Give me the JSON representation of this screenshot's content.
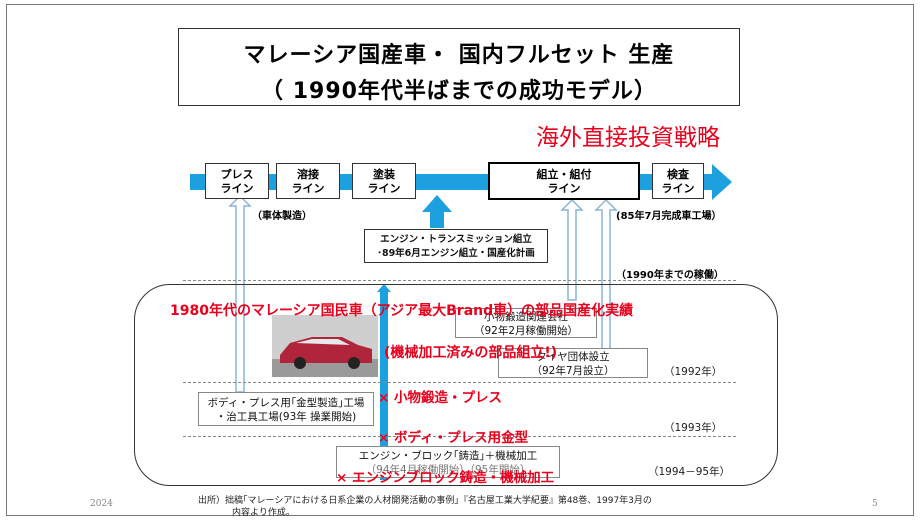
{
  "title": {
    "line1": "マレーシア国産車・ 国内フルセット 生産",
    "line2": "（ 1990年代半ばまでの成功モデル）"
  },
  "strategy_label": "海外直接投資戦略",
  "production_lines": [
    {
      "line1": "プレス",
      "line2": "ライン"
    },
    {
      "line1": "溶接",
      "line2": "ライン"
    },
    {
      "line1": "塗装",
      "line2": "ライン"
    },
    {
      "line1": "組立・組付",
      "line2": "ライン"
    },
    {
      "line1": "検査",
      "line2": "ライン"
    }
  ],
  "notes": {
    "body_manufacturing": "（車体製造）",
    "factory_completion": "(85年7月完成車工場）",
    "operation_until_1990": "（1990年までの稼働）"
  },
  "engine_box": {
    "line1": "エンジン・トランスミッション組立",
    "line2": "･89年6月エンジン組立・国産化計画"
  },
  "red_labels": {
    "main": "1980年代のマレーシア国民車（アジア最大Brand車）の部品国産化実績",
    "machined": "(機械加工済みの部品組立!)",
    "forging": "× 小物鍛造・プレス",
    "press_die": "× ボディ・プレス用金型",
    "engine_block": "× エンジンブロック鋳造・機械加工"
  },
  "boxes": {
    "forging_company": {
      "line1": "小物鍛造関連会社",
      "line2": "（92年2月稼働開始）"
    },
    "tire_group": {
      "line1": "タイヤ団体設立",
      "line2": "（92年7月設立）"
    },
    "die_factory": {
      "line1": "ボディ・プレス用｢金型製造｣工場",
      "line2": "・治工具工場(93年 操業開始)"
    },
    "engine_block": {
      "line1": "エンジン・ブロック｢鋳造｣＋機械加工",
      "line2": "（94年4月稼働開始）（95年開始）"
    }
  },
  "years": [
    "（1992年）",
    "（1993年）",
    "（1994－95年）"
  ],
  "footer": {
    "date": "2024",
    "source_line1": "出所）拙稿｢マレーシアにおける日系企業の人材開発活動の事例｣『名古屋工業大学紀要』第48巻、1997年3月の",
    "source_line2": "内容より作成。",
    "page": "5"
  },
  "colors": {
    "line_arrow": "#1da0df",
    "up_arrow_outline": "#8ab4d8",
    "red_text": "#e8001c"
  }
}
